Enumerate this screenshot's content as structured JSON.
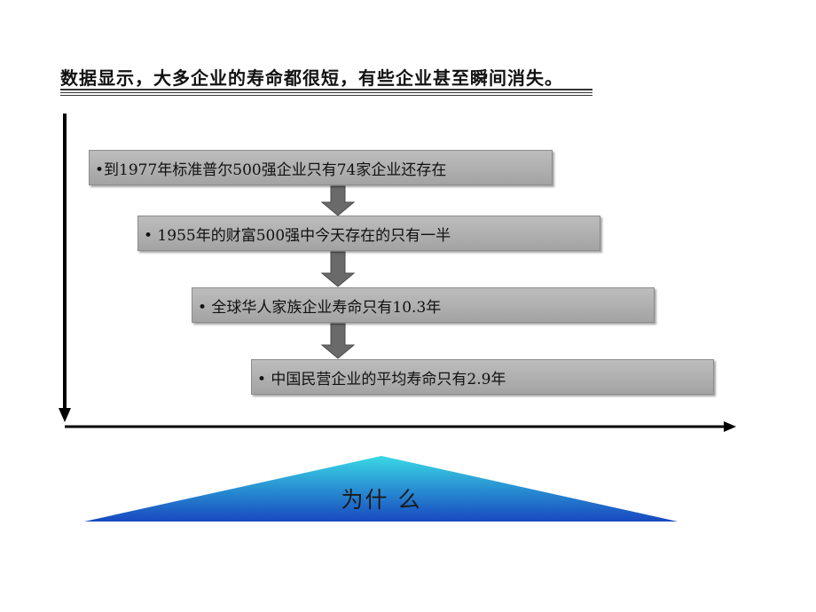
{
  "title": "数据显示，大多企业的寿命都很短，有些企业甚至瞬间消失。",
  "steps": [
    "•到1977年标准普尔500强企业只有74家企业还存在",
    "• 1955年的财富500强中今天存在的只有一半",
    "• 全球华人家族企业寿命只有10.3年",
    "•  中国民营企业的平均寿命只有2.9年"
  ],
  "triangle_label": "为什 么",
  "colors": {
    "box": "#a8a8a8",
    "arrow": "#6e6e6e",
    "triangle_top": "#34d2e0",
    "triangle_bottom": "#1a52c4",
    "axis": "#000000"
  }
}
